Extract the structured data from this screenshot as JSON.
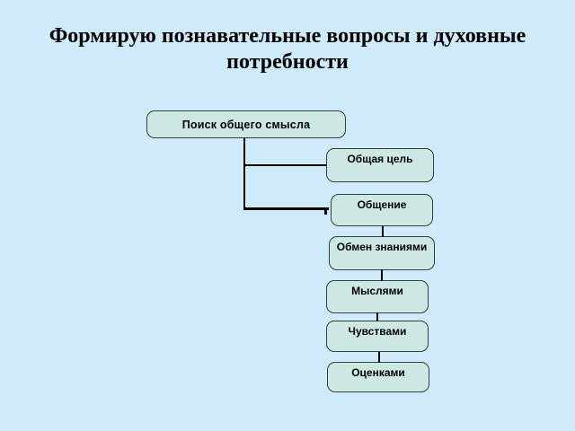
{
  "slide": {
    "background_color": "#cfeafb",
    "title": {
      "lines": [
        "Формирую познавательные вопросы и духовные",
        "потребности"
      ]
    }
  },
  "diagram": {
    "box_fill_color": "#cde8e2",
    "box_border_color": "#33403f",
    "connector_color": "#000000",
    "nodes": [
      {
        "label": "Поиск общего смысла"
      },
      {
        "label": "Общая цель"
      },
      {
        "label": "Общение"
      },
      {
        "label": "Обмен знаниями"
      },
      {
        "label": "Мыслями"
      },
      {
        "label": "Чувствами"
      },
      {
        "label": "Оценками"
      }
    ]
  }
}
